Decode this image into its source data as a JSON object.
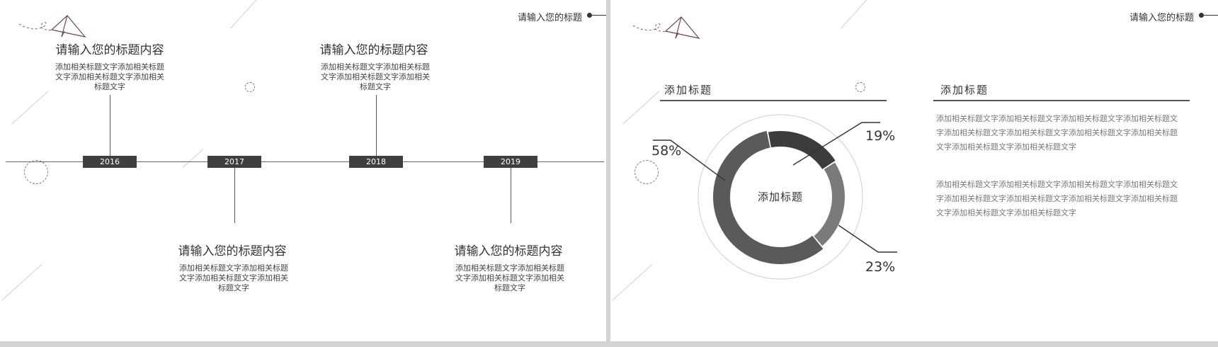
{
  "left_slide": {
    "header_title": "请输入您的标题",
    "timeline": [
      {
        "year": "2016",
        "position": "top",
        "title": "请输入您的标题内容",
        "desc": "添加相关标题文字添加相关标题文字添加相关标题文字添加相关标题文字"
      },
      {
        "year": "2017",
        "position": "bottom",
        "title": "请输入您的标题内容",
        "desc": "添加相关标题文字添加相关标题文字添加相关标题文字添加相关标题文字"
      },
      {
        "year": "2018",
        "position": "top",
        "title": "请输入您的标题内容",
        "desc": "添加相关标题文字添加相关标题文字添加相关标题文字添加相关标题文字"
      },
      {
        "year": "2019",
        "position": "bottom",
        "title": "请输入您的标题内容",
        "desc": "添加相关标题文字添加相关标题文字添加相关标题文字添加相关标题文字"
      }
    ]
  },
  "right_slide": {
    "header_title": "请输入您的标题",
    "chart_section_title": "添加标题",
    "text_section_title": "添加标题",
    "paragraphs": [
      "添加相关标题文字添加相关标题文字添加相关标题文字添加相关标题文字添加相关标题文字添加相关标题文字添加相关标题文字添加相关标题文字添加相关标题文字添加相关标题文字",
      "添加相关标题文字添加相关标题文字添加相关标题文字添加相关标题文字添加相关标题文字添加相关标题文字添加相关标题文字添加相关标题文字添加相关标题文字添加相关标题文字"
    ],
    "chart_data": {
      "type": "pie",
      "center_label": "添加标题",
      "slices": [
        {
          "label": "58%",
          "value": 58,
          "color": "#5a5a5a"
        },
        {
          "label": "19%",
          "value": 19,
          "color": "#3c3c3c"
        },
        {
          "label": "23%",
          "value": 23,
          "color": "#7a7a7a"
        }
      ]
    }
  }
}
